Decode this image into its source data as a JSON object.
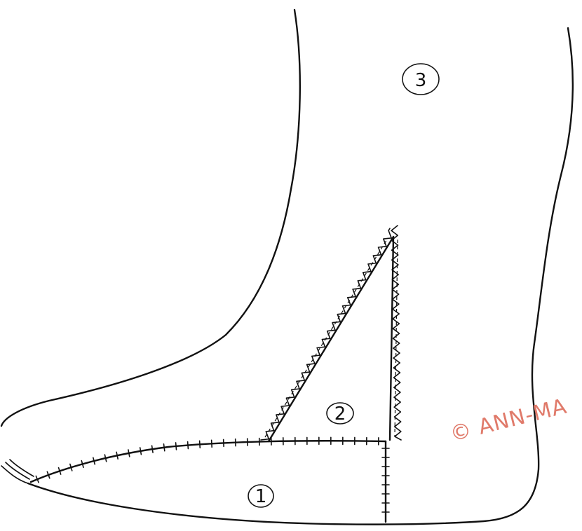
{
  "figure": {
    "regions": [
      {
        "id": "1",
        "label": "1"
      },
      {
        "id": "2",
        "label": "2"
      },
      {
        "id": "3",
        "label": "3"
      }
    ],
    "watermark": "© ANN-MA"
  },
  "colors": {
    "ink": "#111111",
    "watermark": "#e07a6a",
    "background": "#ffffff"
  }
}
